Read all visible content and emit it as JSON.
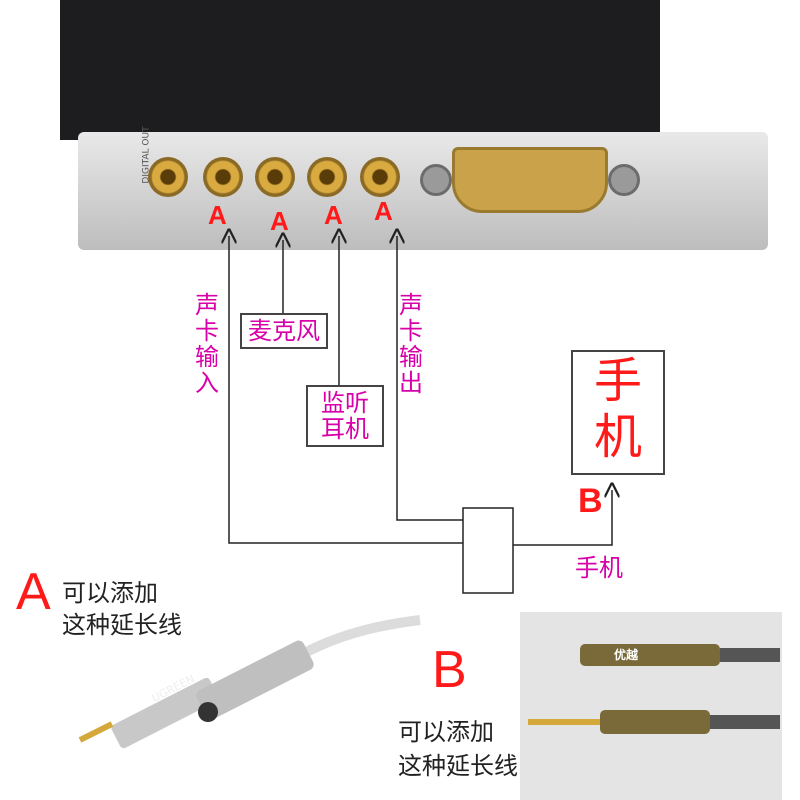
{
  "card": {
    "digital_out_label": "DIGITAL OUT",
    "port_markers": [
      "A",
      "A",
      "A",
      "A"
    ]
  },
  "labels": {
    "sound_input": "声卡输入",
    "microphone": "麦克风",
    "monitor_headphones": "监听耳机",
    "sound_output": "声卡输出",
    "phone_box": "手机",
    "phone_line": "手机",
    "marker_b": "B"
  },
  "legend": {
    "a_letter": "A",
    "a_line1": "可以添加",
    "a_line2": "这种延长线",
    "a_brand": "UGREEN",
    "b_letter": "B",
    "b_line1": "可以添加",
    "b_line2": "这种延长线",
    "b_brand": "优越"
  },
  "colors": {
    "accent_red": "#ff1a1a",
    "label_magenta": "#d800a8"
  }
}
